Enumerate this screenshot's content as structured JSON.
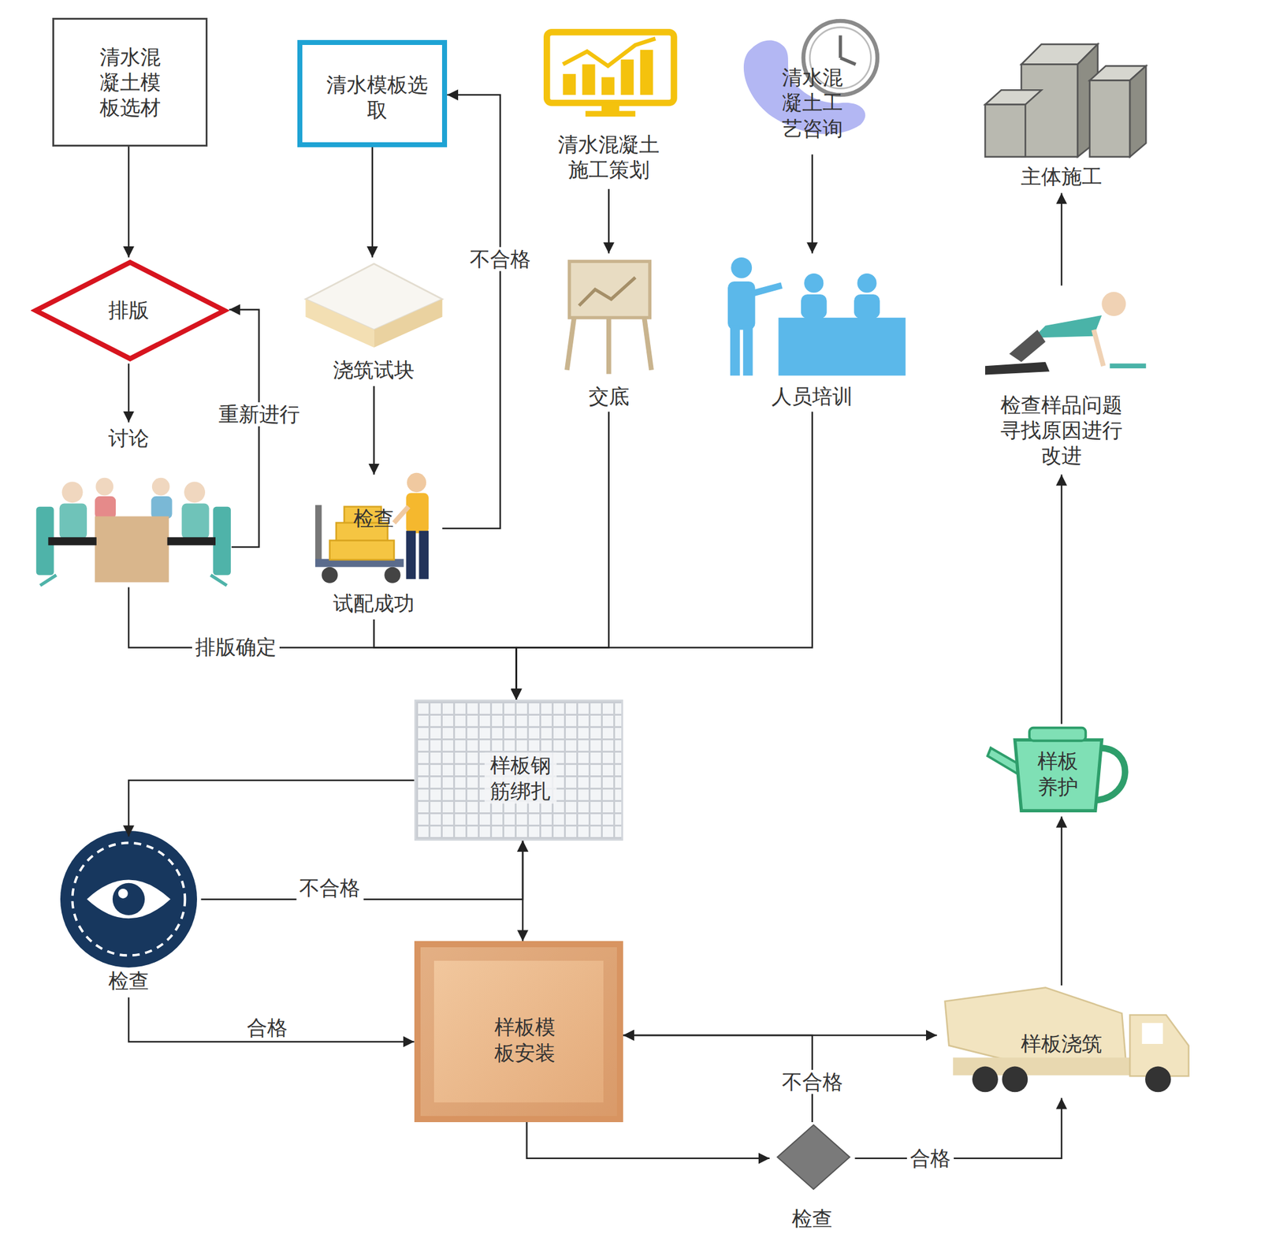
{
  "diagram": {
    "nodes": [
      {
        "text": [
          "清水混凝土模板选材"
        ]
      },
      {
        "text": [
          "清水模板选取"
        ]
      },
      {
        "text": [
          "清水混凝土施工策划"
        ]
      },
      {
        "text": [
          "清水混凝土工艺咨询"
        ]
      },
      {
        "text": [
          "主体施工"
        ]
      },
      {
        "text": [
          "排版"
        ]
      },
      {
        "text": [
          "浇筑试块"
        ]
      },
      {
        "text": [
          "交底"
        ]
      },
      {
        "text": [
          "人员培训"
        ]
      },
      {
        "text": [
          "讨论"
        ]
      },
      {
        "text": [
          "检查",
          "试配成功"
        ]
      },
      {
        "text": [
          "检查样品问题寻找原因进行改进"
        ]
      },
      {
        "text": [
          "样板钢筋绑扎"
        ]
      },
      {
        "text": [
          "样板养护"
        ]
      },
      {
        "text": [
          "检查"
        ]
      },
      {
        "text": [
          "样板模板安装"
        ]
      },
      {
        "text": [
          "样板浇筑"
        ]
      },
      {
        "text": [
          "检查"
        ]
      }
    ],
    "edges": [
      {
        "from": 0,
        "to": 5,
        "arrow": "to"
      },
      {
        "from": 1,
        "to": 6,
        "arrow": "to"
      },
      {
        "from": 2,
        "to": 7,
        "arrow": "to"
      },
      {
        "from": 3,
        "to": 8,
        "arrow": "to"
      },
      {
        "from": 11,
        "to": 4,
        "arrow": "to"
      },
      {
        "from": 5,
        "to": 9,
        "arrow": "to"
      },
      {
        "from": 9,
        "to": 5,
        "label": "重新进行",
        "arrow": "to"
      },
      {
        "from": 6,
        "to": 10,
        "arrow": "to"
      },
      {
        "from": 10,
        "to": 1,
        "label": "不合格",
        "arrow": "to"
      },
      {
        "from": 9,
        "to": 12,
        "label": "排版确定",
        "arrow": "to"
      },
      {
        "from": 10,
        "to": 12,
        "arrow": "to"
      },
      {
        "from": 7,
        "to": 12,
        "arrow": "to"
      },
      {
        "from": 8,
        "to": 12,
        "arrow": "to"
      },
      {
        "from": 12,
        "to": 14,
        "arrow": "to"
      },
      {
        "from": 14,
        "to": 12,
        "label": "不合格",
        "arrow": "to"
      },
      {
        "from": 12,
        "to": 15,
        "arrow": "both"
      },
      {
        "from": 14,
        "to": 15,
        "label": "合格",
        "arrow": "to"
      },
      {
        "from": 15,
        "to": 17,
        "arrow": "to"
      },
      {
        "from": 17,
        "to": 16,
        "label": "合格",
        "arrow": "to"
      },
      {
        "from": 17,
        "to": 15,
        "label": "不合格",
        "arrow": "to"
      },
      {
        "from": 15,
        "to": 16,
        "arrow": "both"
      },
      {
        "from": 16,
        "to": 13,
        "arrow": "to"
      },
      {
        "from": 13,
        "to": 11,
        "arrow": "to"
      }
    ]
  }
}
